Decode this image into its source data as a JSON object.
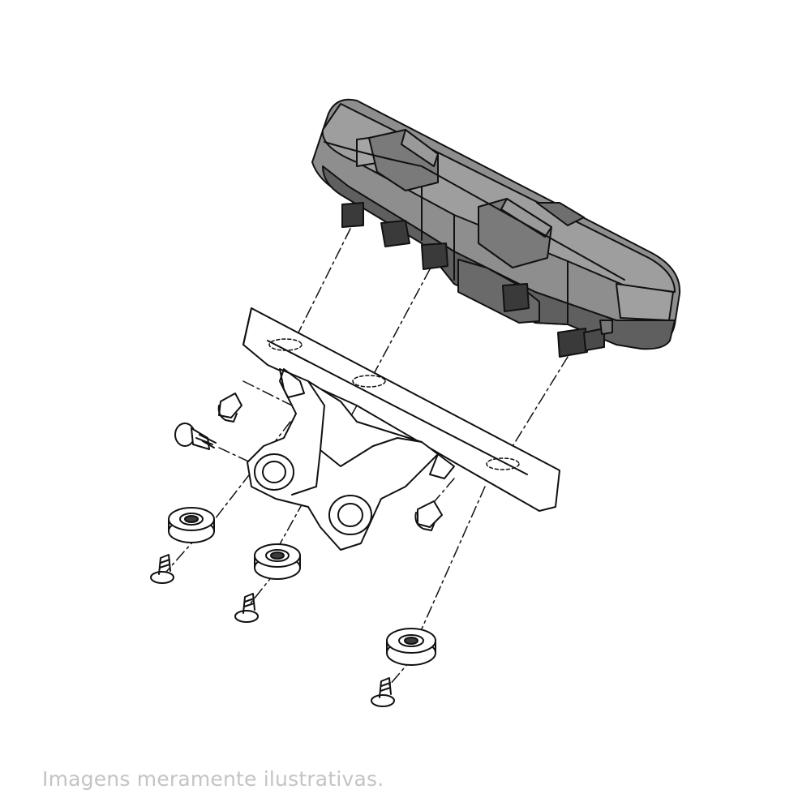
{
  "caption": "Imagens meramente ilustrativas.",
  "colors": {
    "line": "#111111",
    "cluster_dark": "#6b6b6b",
    "cluster_mid": "#8e8e8e",
    "cluster_light": "#b3b3b3",
    "pin": "#3a3a3a",
    "caption": "#c4c4c4"
  },
  "parts": {
    "instrument_cluster": "instrument-cluster",
    "mounting_bracket": "mounting-bracket",
    "grommets": [
      "grommet-left",
      "grommet-center",
      "grommet-right"
    ],
    "screws": [
      "screw-left",
      "screw-center",
      "screw-right"
    ],
    "plugs": [
      "plug-upper",
      "plug-lower"
    ],
    "bolt": "bracket-bolt"
  }
}
